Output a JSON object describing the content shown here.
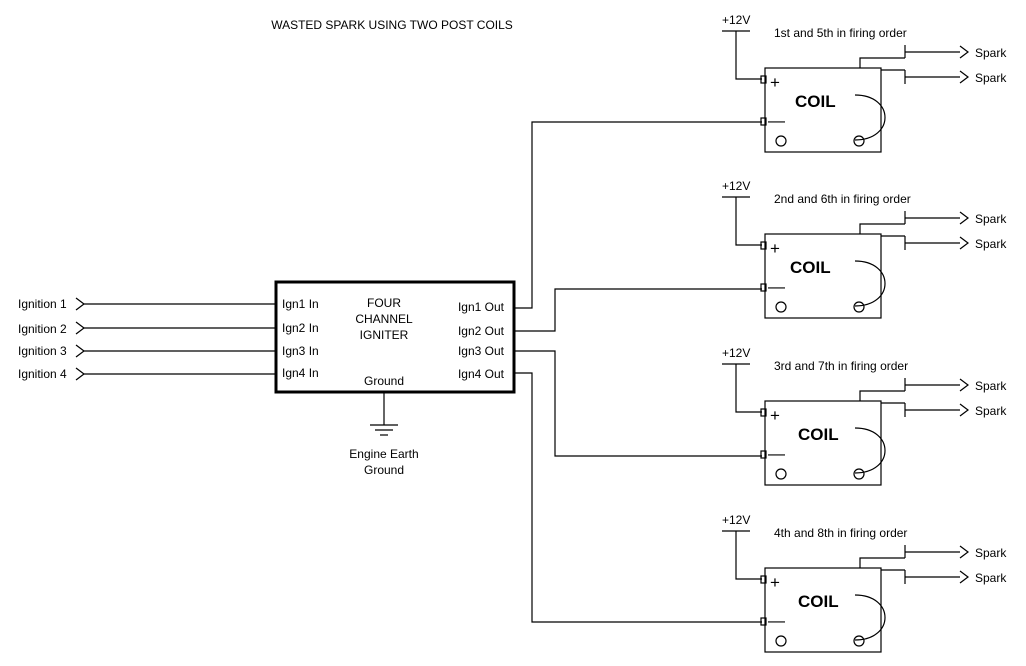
{
  "title": "WASTED SPARK USING TWO POST COILS",
  "inputs": [
    "Ignition 1",
    "Ignition 2",
    "Ignition 3",
    "Ignition 4"
  ],
  "igniter": {
    "name_lines": [
      "FOUR",
      "CHANNEL",
      "IGNITER"
    ],
    "in_labels": [
      "Ign1 In",
      "Ign2 In",
      "Ign3 In",
      "Ign4 In"
    ],
    "out_labels": [
      "Ign1 Out",
      "Ign2 Out",
      "Ign3 Out",
      "Ign4 Out"
    ],
    "ground_label": "Ground"
  },
  "earth": [
    "Engine Earth",
    "Ground"
  ],
  "coils": [
    {
      "supply": "+12V",
      "caption": "1st and 5th in firing order",
      "label": "COIL",
      "plus": "+",
      "minus": "—",
      "outputs": [
        "Spark",
        "Spark"
      ]
    },
    {
      "supply": "+12V",
      "caption": "2nd and 6th in firing order",
      "label": "COIL",
      "plus": "+",
      "minus": "—",
      "outputs": [
        "Spark",
        "Spark"
      ]
    },
    {
      "supply": "+12V",
      "caption": "3rd and 7th in firing order",
      "label": "COIL",
      "plus": "+",
      "minus": "—",
      "outputs": [
        "Spark",
        "Spark"
      ]
    },
    {
      "supply": "+12V",
      "caption": "4th and 8th in firing order",
      "label": "COIL",
      "plus": "+",
      "minus": "—",
      "outputs": [
        "Spark",
        "Spark"
      ]
    }
  ]
}
